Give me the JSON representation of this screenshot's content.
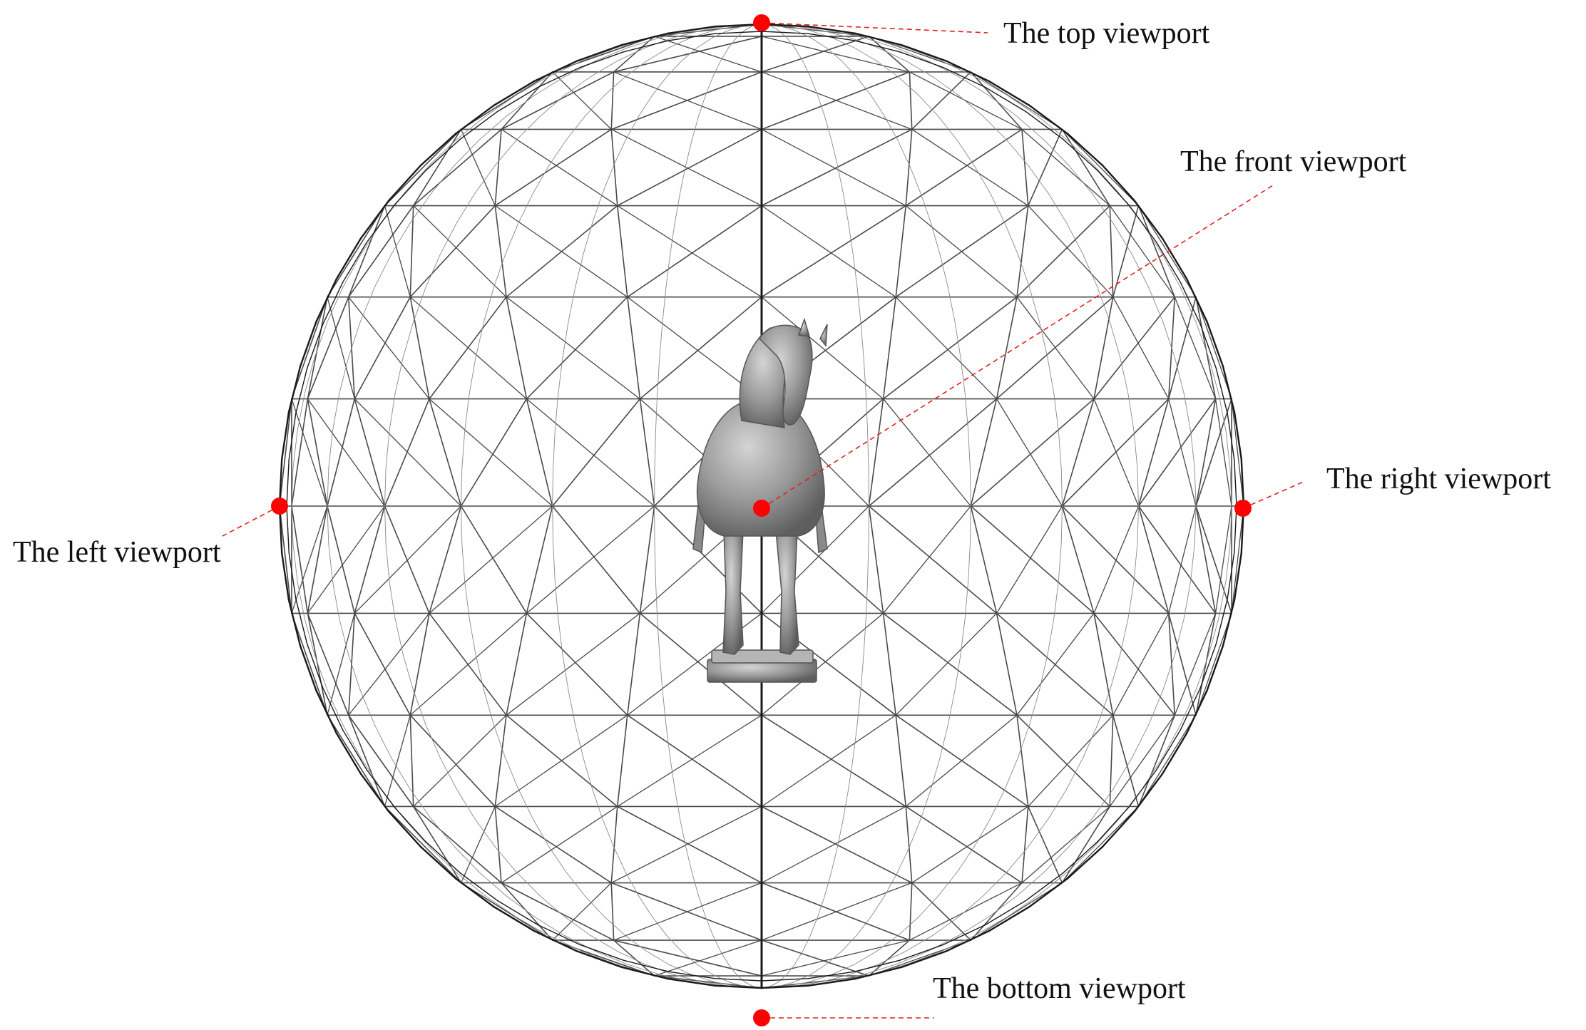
{
  "labels": {
    "top": "The top viewport",
    "front": "The front viewport",
    "right": "The right viewport",
    "left": "The left viewport",
    "bottom": "The bottom viewport"
  },
  "colors": {
    "marker": "#ff0000",
    "leader": "#e02020",
    "wire": "#4a4a4a",
    "outline": "#1a1a1a",
    "horse": "#8c8c8c"
  }
}
